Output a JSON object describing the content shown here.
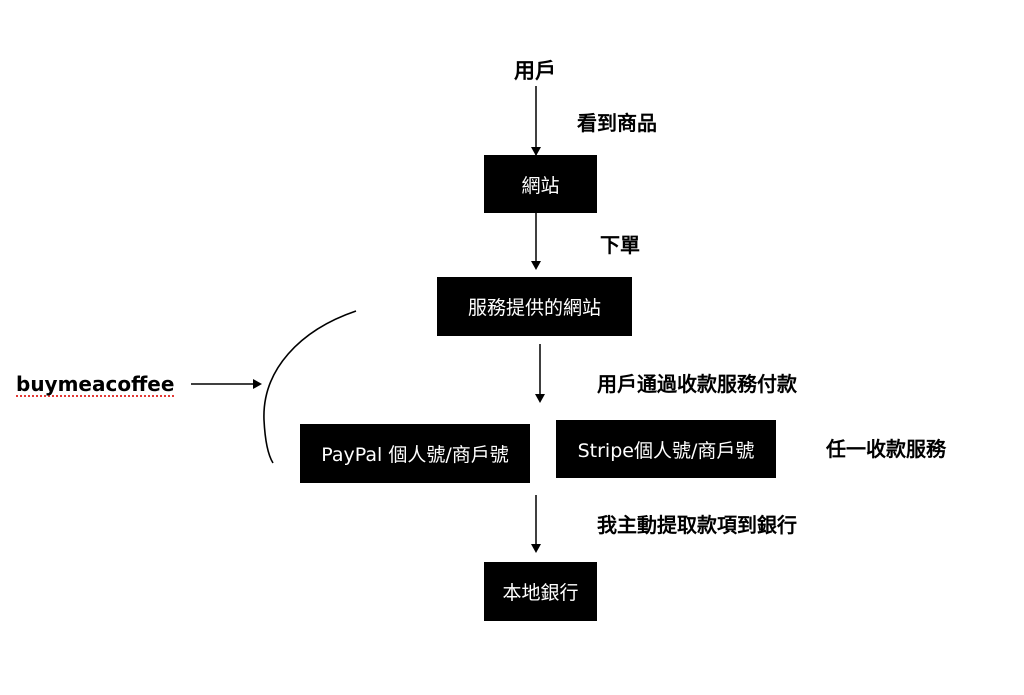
{
  "diagram": {
    "nodes": {
      "user": "用戶",
      "website": "網站",
      "provider_site": "服務提供的網站",
      "paypal": "PayPal 個人號/商戶號",
      "stripe": "Stripe個人號/商戶號",
      "bank": "本地銀行",
      "buymeacoffee": "buymeacoffee"
    },
    "edge_labels": {
      "see_product": "看到商品",
      "place_order": "下單",
      "pay_via_service": "用戶通過收款服務付款",
      "withdraw": "我主動提取款項到銀行",
      "any_service": "任一收款服務"
    },
    "colors": {
      "box_fill": "#000000",
      "box_text": "#ffffff",
      "line": "#000000",
      "spellcheck": "#e53935"
    }
  }
}
